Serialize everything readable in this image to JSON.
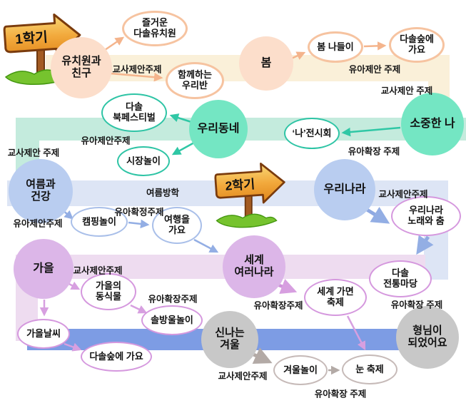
{
  "palette": {
    "band_row1": "#faf0d9",
    "band_row2": "#c4ebdd",
    "band_row3": "#dde5f5",
    "band_row4": "#eedcf0",
    "band_row5": "#7d9ce4",
    "circle_peach": "#fcdecb",
    "circle_mint": "#74e6c3",
    "circle_blue": "#b9cdf0",
    "circle_violet": "#dcb6e8",
    "circle_gray": "#c8c8c8",
    "arrow_peach": "#f4b48c",
    "arrow_teal": "#2fc7a5",
    "arrow_blue": "#93aee4",
    "arrow_violet": "#d79fe0",
    "arrow_gray": "#b3aaa6",
    "sign_board": "#f2a93c",
    "sign_post": "#a35b22",
    "sign_grass": "#76c32e"
  },
  "signposts": {
    "s1": "1학기",
    "s2": "2학기"
  },
  "themes": {
    "kf": {
      "label": "유치원과\n친구"
    },
    "spring": {
      "label": "봄"
    },
    "town": {
      "label": "우리동네"
    },
    "me": {
      "label": "소중한 나"
    },
    "summer": {
      "label": "여름과\n건강"
    },
    "korea": {
      "label": "우리나라"
    },
    "autumn": {
      "label": "가을"
    },
    "world": {
      "label": "세계\n여러나라"
    },
    "winter": {
      "label": "신나는\n겨울"
    },
    "older": {
      "label": "형님이\n되었어요"
    }
  },
  "topics": {
    "t1": "즐거운\n다솔유치원",
    "t2": "함께하는\n우리반",
    "t3": "봄 나들이",
    "t4": "다솔숲에\n가요",
    "t5": "다솔\n북페스티벌",
    "t6": "시장놀이",
    "t7": "‘나’전시회",
    "t8": "캠핑놀이",
    "t9": "여행을\n가요",
    "t10": "우리나라\n노래와 춤",
    "t11": "다솔\n전통마당",
    "t12": "가을의\n동식물",
    "t13": "솔방울놀이",
    "t14": "세계 가면\n축제",
    "t15": "가을날씨",
    "t16": "다솔숲에 가요",
    "t17": "겨울놀이",
    "t18": "눈 축제"
  },
  "labels": {
    "l1": "교사제안주제",
    "l2": "유아제안 주제",
    "l3": "교사제안 주제",
    "l4": "유아제안주제",
    "l5": "유아확장 주제",
    "l6": "교사제안 주제",
    "l7": "여름방학",
    "l8": "유아제안주제",
    "l9": "유아확정주제",
    "l10": "교사제안주제",
    "l11": "교사제안주제",
    "l12": "유아확장주제",
    "l13": "유아확장주제",
    "l14": "유아확장 주제",
    "l15": "교사제안주제",
    "l16": "유아확장 주제"
  }
}
